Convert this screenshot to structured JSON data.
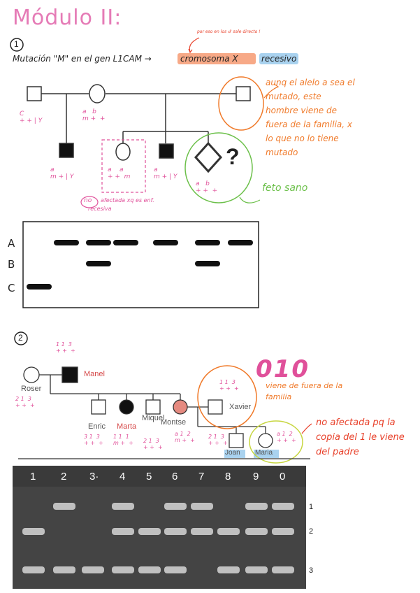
{
  "header": {
    "title": "Módulo II:"
  },
  "section1": {
    "number": "1",
    "mutation_text": "Mutación \"M\" en el gen L1CAM →",
    "chromosome_tag": "cromosoma X",
    "recessive_tag": "recesivo",
    "small_note": "por eso en los ♂ sale directo !",
    "genotypes": {
      "g1": "C\n+ + | Y",
      "g2": "a   b\nm +  +",
      "g3": "a\nm + | Y",
      "g4": "a    a\n+ +  m",
      "g5": "a\nm + | Y",
      "g6": "a   b\n+ +  +"
    },
    "question_mark": "?",
    "note_orange": "aunq el alelo a sea el mutado, este hombre viene de fuera de la familia, x lo que no lo tiene mutado",
    "note_green": "feto sano",
    "note_pink_circle": "no",
    "note_pink": "afectada xq es enf. recesiva",
    "gel": {
      "rows": [
        "A",
        "B",
        "C"
      ],
      "lanes": [
        {
          "bands": [
            "C"
          ]
        },
        {
          "bands": [
            "A"
          ]
        },
        {
          "bands": [
            "A",
            "B"
          ]
        },
        {
          "bands": [
            "A"
          ]
        },
        {
          "bands": [
            "A"
          ]
        },
        {
          "bands": [
            "A",
            "B"
          ]
        },
        {
          "bands": [
            "A"
          ]
        }
      ]
    }
  },
  "section2": {
    "number": "2",
    "names": {
      "roser": "Roser",
      "manel": "Manel",
      "enric": "Enric",
      "marta": "Marta",
      "miquel": "Miquel",
      "montse": "Montse",
      "xavier": "Xavier",
      "joan": "Joan",
      "maria": "Maria"
    },
    "genotypes": {
      "manel": "1 1  3\n+ +  +",
      "roser": "2 1  3\n+ +  +",
      "enric": "3 1  3\n+ +  +",
      "marta": "1 1  1\nm +  +",
      "miquel": "2 1  3\n+ +  +",
      "montse": "a 1  2\nm +  +",
      "xavier": "1 1  3\n+ +  +",
      "joan": "2 1  3\n+ +  +",
      "maria": "a 1  2\n+ +  +"
    },
    "note_010": "010",
    "note_xavier": "viene de fuera de la familia",
    "note_maria": "no afectada pq la copia del 1 le viene del padre",
    "gel": {
      "lane_labels": [
        "1",
        "2",
        "3·",
        "4",
        "5",
        "6",
        "7",
        "8",
        "9",
        "0"
      ],
      "row_labels": [
        "1",
        "2",
        "3"
      ],
      "lanes": [
        {
          "bands": [
            2,
            3
          ]
        },
        {
          "bands": [
            1,
            3
          ]
        },
        {
          "bands": [
            3
          ]
        },
        {
          "bands": [
            1,
            2,
            3
          ]
        },
        {
          "bands": [
            2,
            3
          ]
        },
        {
          "bands": [
            1,
            2,
            3
          ]
        },
        {
          "bands": [
            1,
            2
          ]
        },
        {
          "bands": [
            2,
            3
          ]
        },
        {
          "bands": [
            1,
            2,
            3
          ]
        },
        {
          "bands": [
            1,
            2,
            3
          ]
        }
      ]
    }
  },
  "colors": {
    "pink": "#e0509a",
    "orange": "#f07a2a",
    "green": "#6cc04a",
    "blue": "#3a7ad8",
    "red": "#e8402a",
    "highlight_orange": "#f7a987",
    "highlight_blue": "#a9d2ef",
    "marta_fill": "#e58a80"
  }
}
